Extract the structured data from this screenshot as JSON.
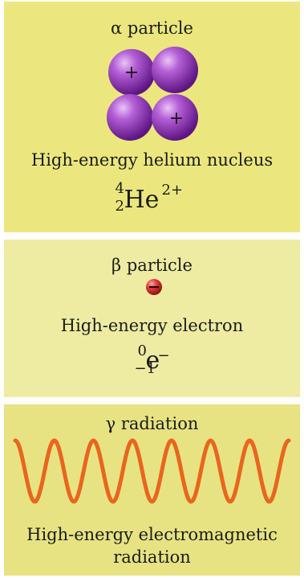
{
  "alpha": {
    "title": "α particle",
    "caption": "High-energy helium nucleus",
    "notation": {
      "mass": "4",
      "atomic": "2",
      "symbol": "He",
      "charge": "2+"
    },
    "colors": {
      "sphere": "#9a3fbf",
      "panel": "#ebe77e"
    }
  },
  "beta": {
    "title": "β particle",
    "caption": "High-energy electron",
    "notation": {
      "mass": "0",
      "atomic": "−1",
      "symbol": "e",
      "charge": "−"
    },
    "colors": {
      "electron": "#d8363a",
      "panel": "#edeca2"
    }
  },
  "gamma": {
    "title": "γ radiation",
    "caption_line1": "High-energy electromagnetic",
    "caption_line2": "radiation",
    "colors": {
      "wave": "#e8661e",
      "panel": "#e7e383"
    }
  }
}
